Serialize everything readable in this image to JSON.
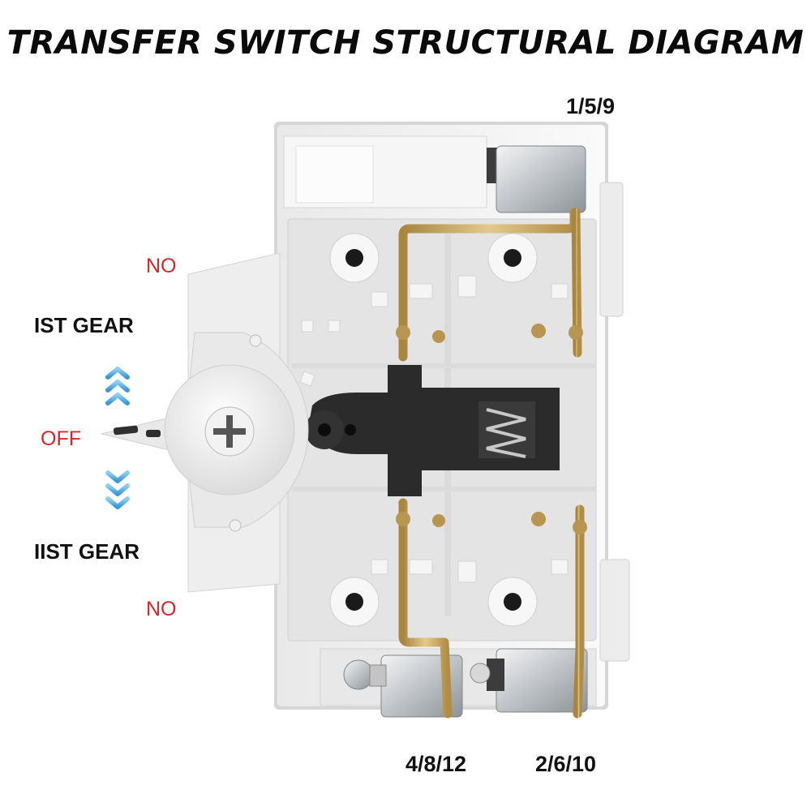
{
  "title": "TRANSFER SWITCH STRUCTURAL DIAGRAM",
  "labels": {
    "top_terminal": "1/5/9",
    "no_top": "NO",
    "first_gear": "IST GEAR",
    "off": "OFF",
    "second_gear": "IIST GEAR",
    "no_bottom": "NO",
    "bottom_left_terminal": "4/8/12",
    "bottom_right_terminal": "2/6/10"
  },
  "colors": {
    "housing": "#f1f1f1",
    "housing_shadow": "#c9c9c9",
    "brass": "#c8a45c",
    "actuator": "#2b2b2b",
    "arrow": "#5fb6e6",
    "accent_red": "#d8262b"
  }
}
